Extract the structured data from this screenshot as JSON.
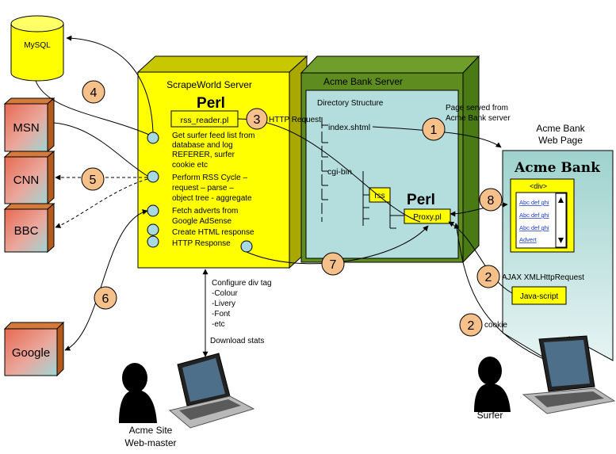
{
  "colors": {
    "server_yellow": "#ffff00",
    "bank_server_face": "#b4dedd",
    "bank_server_frame": "#5e8c1e",
    "site_box_red": "#e0604a",
    "site_box_side": "#c86a1a",
    "badge_fill": "#f6c08a",
    "acme_page_fill": "#bde3e0"
  },
  "databases": {
    "mysql": "MySQL"
  },
  "sites": {
    "msn": "MSN",
    "cnn": "CNN",
    "bbc": "BBC",
    "google": "Google"
  },
  "scrapeworld": {
    "title": "ScrapeWorld Server",
    "perl": "Perl",
    "script": "rss_reader.pl",
    "steps": [
      "Get surfer feed list from",
      "database and log",
      "REFERER, surfer",
      "cookie etc",
      "Perform RSS Cycle –",
      "request – parse –",
      "object tree - aggregate",
      "Fetch adverts from",
      "Google AdSense",
      "Create HTML response",
      "HTTP Response"
    ]
  },
  "bank_server": {
    "title": "Acme Bank Server",
    "dir_label": "Directory Structure",
    "index": "index.shtml",
    "cgi": "cgi-bin",
    "rss": "rss",
    "perl": "Perl",
    "proxy": "Proxy.pl"
  },
  "bank_page": {
    "title_line1": "Acme Bank",
    "title_line2": "Web Page",
    "brand": "Acme Bank",
    "div_tag": "<div>",
    "links": [
      "Abc def ghi",
      "Abc def ghi",
      "Abc def ghi",
      "Advert"
    ],
    "javascript": "Java-script"
  },
  "badges": [
    "1",
    "2",
    "2",
    "3",
    "4",
    "5",
    "6",
    "7",
    "8"
  ],
  "labels": {
    "http_request": "HTTP Request",
    "page_served_1": "Page served from",
    "page_served_2": "Acme Bank server",
    "ajax": "AJAX XMLHttpRequest",
    "cookie": "cookie",
    "configure": [
      "Configure div tag",
      "-Colour",
      "-Livery",
      "-Font",
      "-etc"
    ],
    "download": "Download stats",
    "webmaster_1": "Acme Site",
    "webmaster_2": "Web-master",
    "surfer": "Surfer"
  }
}
